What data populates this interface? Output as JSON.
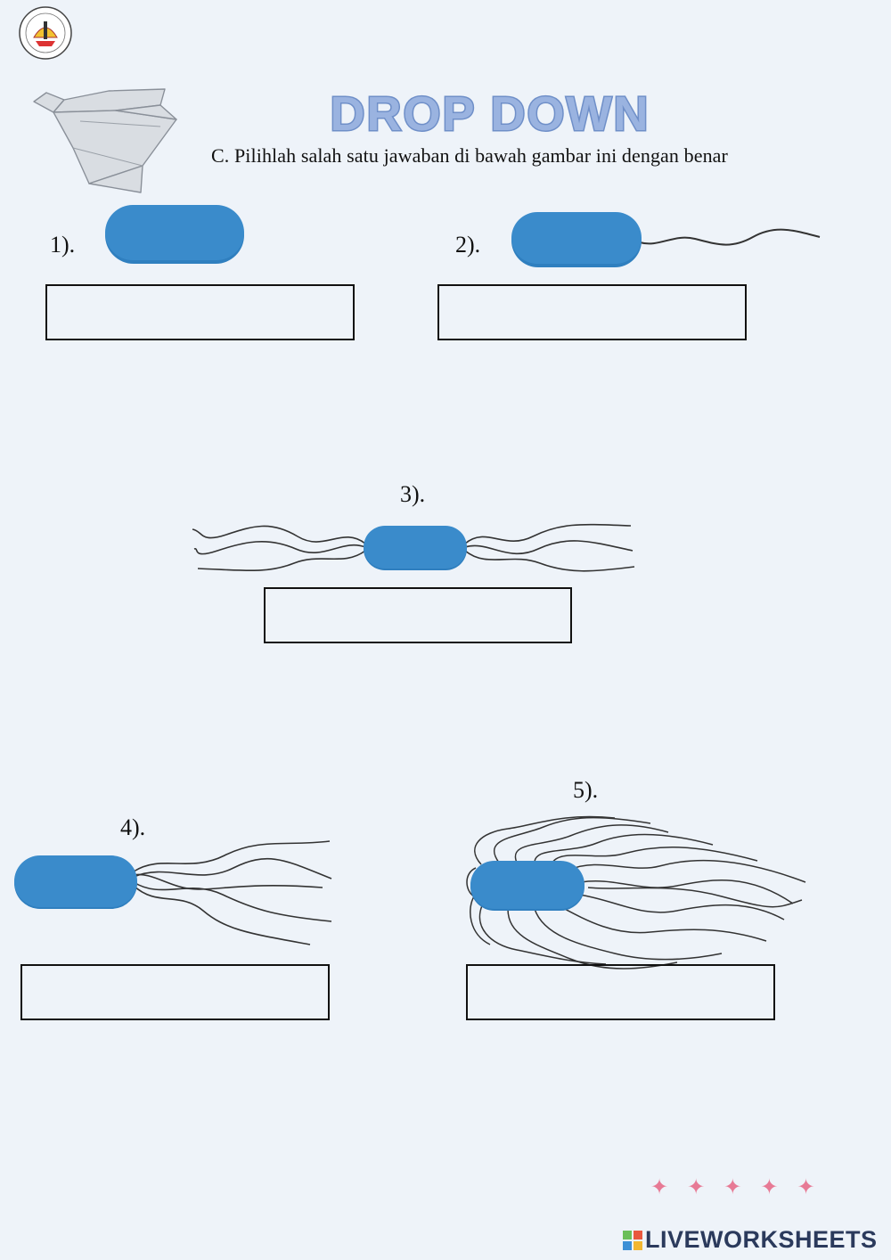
{
  "header": {
    "title": "DROP DOWN",
    "instruction": "C.  Pilihlah salah satu jawaban di bawah gambar ini dengan benar",
    "logo_icon": "university-seal-icon",
    "decor_icon": "origami-dove-icon"
  },
  "questions": [
    {
      "number": "1).",
      "flagella": "none",
      "answer": ""
    },
    {
      "number": "2).",
      "flagella": "monotrichous",
      "answer": ""
    },
    {
      "number": "3).",
      "flagella": "amphitrichous",
      "answer": ""
    },
    {
      "number": "4).",
      "flagella": "lophotrichous",
      "answer": ""
    },
    {
      "number": "5).",
      "flagella": "peritrichous",
      "answer": ""
    }
  ],
  "decor": {
    "stars": "✦✦✦✦✦"
  },
  "footer": {
    "brand": "LIVEWORKSHEETS"
  },
  "colors": {
    "bacterium": "#3a8bcb",
    "background": "#eef3f9",
    "title": "#8aa6d8",
    "stars": "#e77a95"
  }
}
